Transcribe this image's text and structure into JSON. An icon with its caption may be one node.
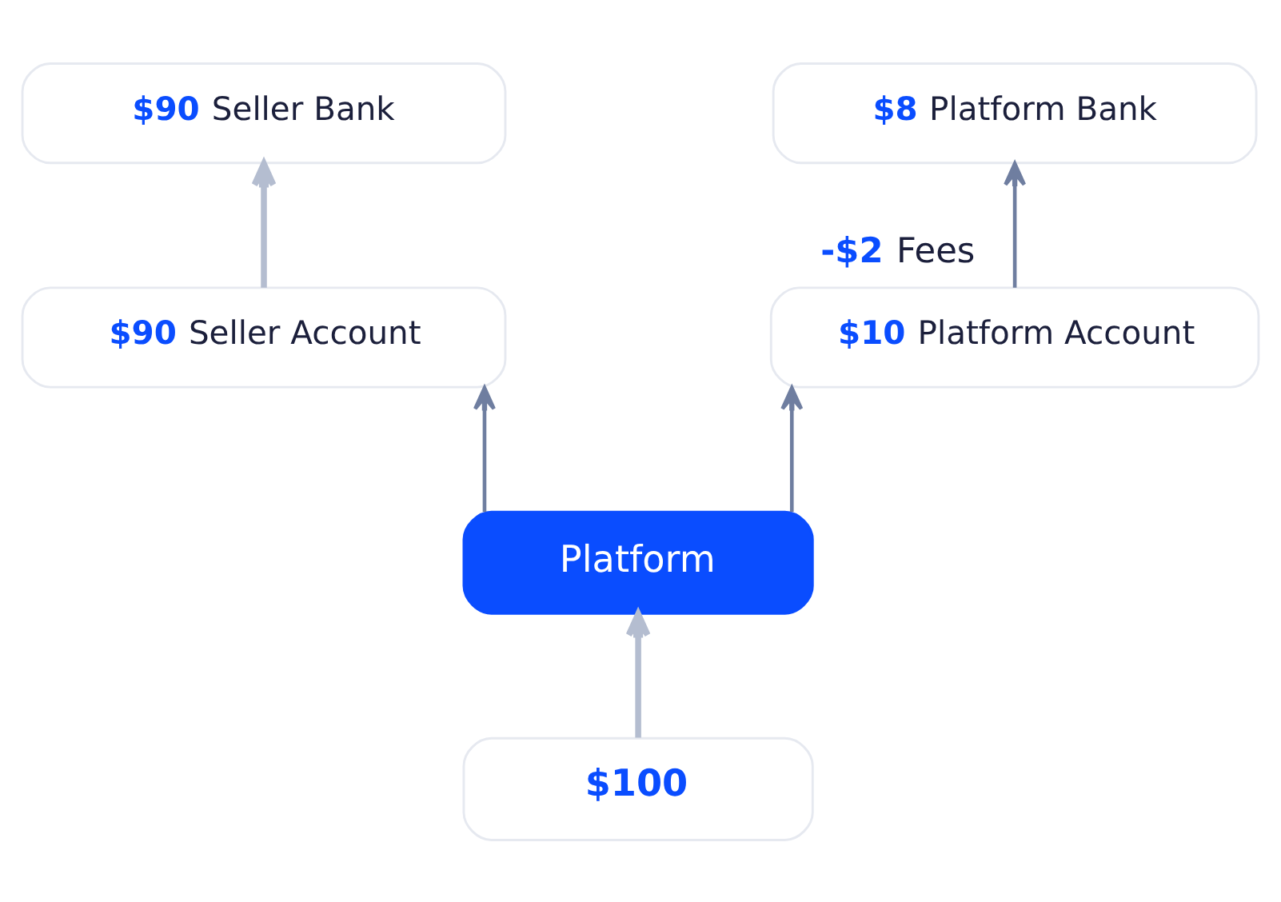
{
  "diagram": {
    "nodes": [
      {
        "text": [
          "**$90** Seller Bank"
        ]
      },
      {
        "text": [
          "**$8** Platform Bank"
        ]
      },
      {
        "text": [
          "**$90** Seller Account"
        ]
      },
      {
        "text": [
          "**$10** Platform Account"
        ]
      },
      {
        "text": [
          "Platform"
        ]
      },
      {
        "text": [
          "$100"
        ]
      }
    ],
    "edges": [
      {
        "from": 5,
        "to": 4,
        "arrow": "to",
        "color": "#b4bdd0"
      },
      {
        "from": 4,
        "to": 2,
        "arrow": "to"
      },
      {
        "from": 4,
        "to": 3,
        "arrow": "to"
      },
      {
        "from": 2,
        "to": 0,
        "arrow": "to",
        "color": "#b4bdd0"
      },
      {
        "from": 3,
        "to": 1,
        "arrow": "to",
        "label": "**-$2** Fees"
      }
    ]
  }
}
